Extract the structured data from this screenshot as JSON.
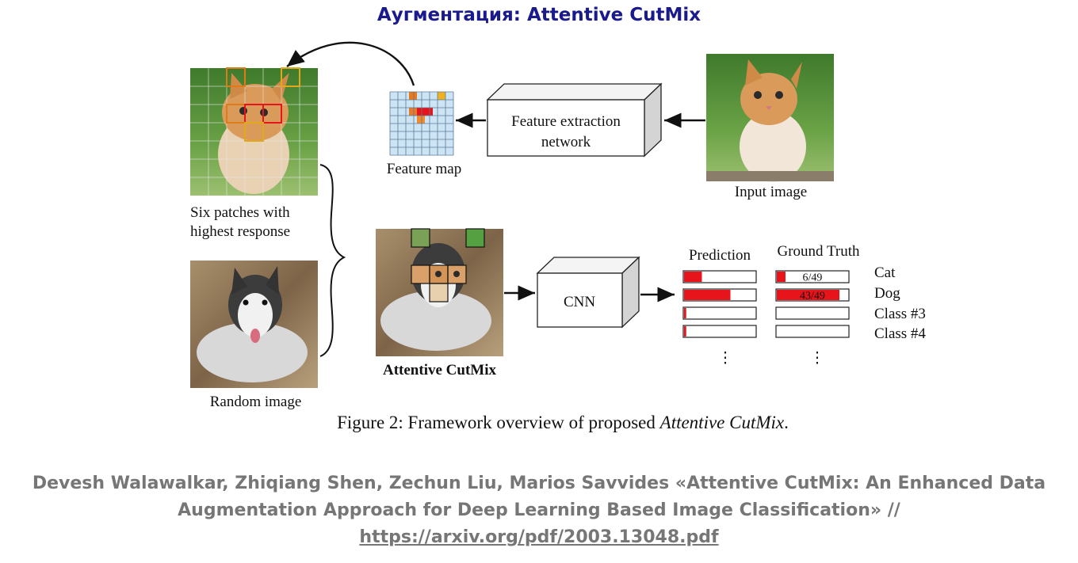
{
  "slide_title": "Аугментация: Attentive CutMix",
  "figure": {
    "box_feature_extraction": [
      "Feature extraction",
      "network"
    ],
    "box_cnn": "CNN",
    "label_feature_map": "Feature map",
    "label_input_image": "Input image",
    "label_six_patches": [
      "Six patches with",
      "highest response"
    ],
    "label_random_image": "Random image",
    "label_attentive_cutmix": "Attentive CutMix",
    "header_prediction": "Prediction",
    "header_ground_truth": "Ground Truth",
    "classes": [
      "Cat",
      "Dog",
      "Class #3",
      "Class #4"
    ],
    "prediction_fill": [
      0.25,
      0.65,
      0.03,
      0.03
    ],
    "ground_truth_labels": [
      "6/49",
      "43/49",
      "",
      ""
    ],
    "ground_truth_fill": [
      0.122,
      0.878,
      0,
      0
    ],
    "ellipsis": "⋮",
    "accent_red": "#e8141b"
  },
  "caption": {
    "prefix": "Figure 2: Framework overview of proposed ",
    "italic": "Attentive CutMix",
    "suffix": "."
  },
  "citation": {
    "text": "Devesh Walawalkar, Zhiqiang Shen, Zechun Liu, Marios Savvides «Attentive CutMix: An Enhanced Data Augmentation Approach for Deep Learning Based Image Classification» //",
    "link": "https://arxiv.org/pdf/2003.13048.pdf"
  }
}
